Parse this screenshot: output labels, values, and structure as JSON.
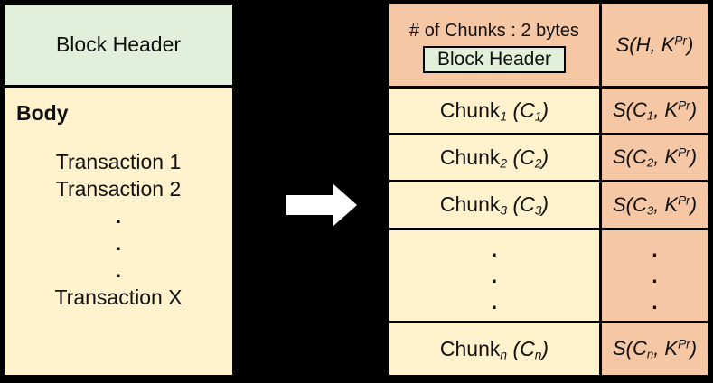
{
  "left_block": {
    "header_label": "Block Header",
    "body_label": "Body",
    "transactions": [
      "Transaction 1",
      "Transaction 2"
    ],
    "dots": [
      ".",
      ".",
      "."
    ],
    "transaction_last": "Transaction X"
  },
  "right_table": {
    "header_row": {
      "chunks_count_label": "# of Chunks : 2 bytes",
      "block_header_label": "Block Header",
      "sig": {
        "pre": "S(H, K",
        "sup": "Pr",
        "post": ")"
      }
    },
    "rows": [
      {
        "chunk": {
          "word": "Chunk",
          "sub": "1",
          "paren_pre": " (C",
          "paren_sub": "1",
          "paren_post": ")"
        },
        "sig": {
          "pre": "S(C",
          "sub": "1",
          "mid": ", K",
          "sup": "Pr",
          "post": ")"
        }
      },
      {
        "chunk": {
          "word": "Chunk",
          "sub": "2",
          "paren_pre": " (C",
          "paren_sub": "2",
          "paren_post": ")"
        },
        "sig": {
          "pre": "S(C",
          "sub": "2",
          "mid": ", K",
          "sup": "Pr",
          "post": ")"
        }
      },
      {
        "chunk": {
          "word": "Chunk",
          "sub": "3",
          "paren_pre": " (C",
          "paren_sub": "3",
          "paren_post": ")"
        },
        "sig": {
          "pre": "S(C",
          "sub": "3",
          "mid": ", K",
          "sup": "Pr",
          "post": ")"
        }
      }
    ],
    "dots_left": [
      ".",
      ".",
      "."
    ],
    "dots_right": [
      ".",
      ".",
      "."
    ],
    "last_row": {
      "chunk": {
        "word": "Chunk",
        "sub": "n",
        "paren_pre": " (C",
        "paren_sub": "n",
        "paren_post": ")"
      },
      "sig": {
        "pre": "S(C",
        "sub": "n",
        "mid": ", K",
        "sup": "Pr",
        "post": ")"
      }
    }
  },
  "colors": {
    "background": "#000000",
    "mint": "#e2efda",
    "cream": "#fff2cc",
    "salmon": "#f6c7a4",
    "arrow": "#ffffff",
    "border": "#000000"
  }
}
